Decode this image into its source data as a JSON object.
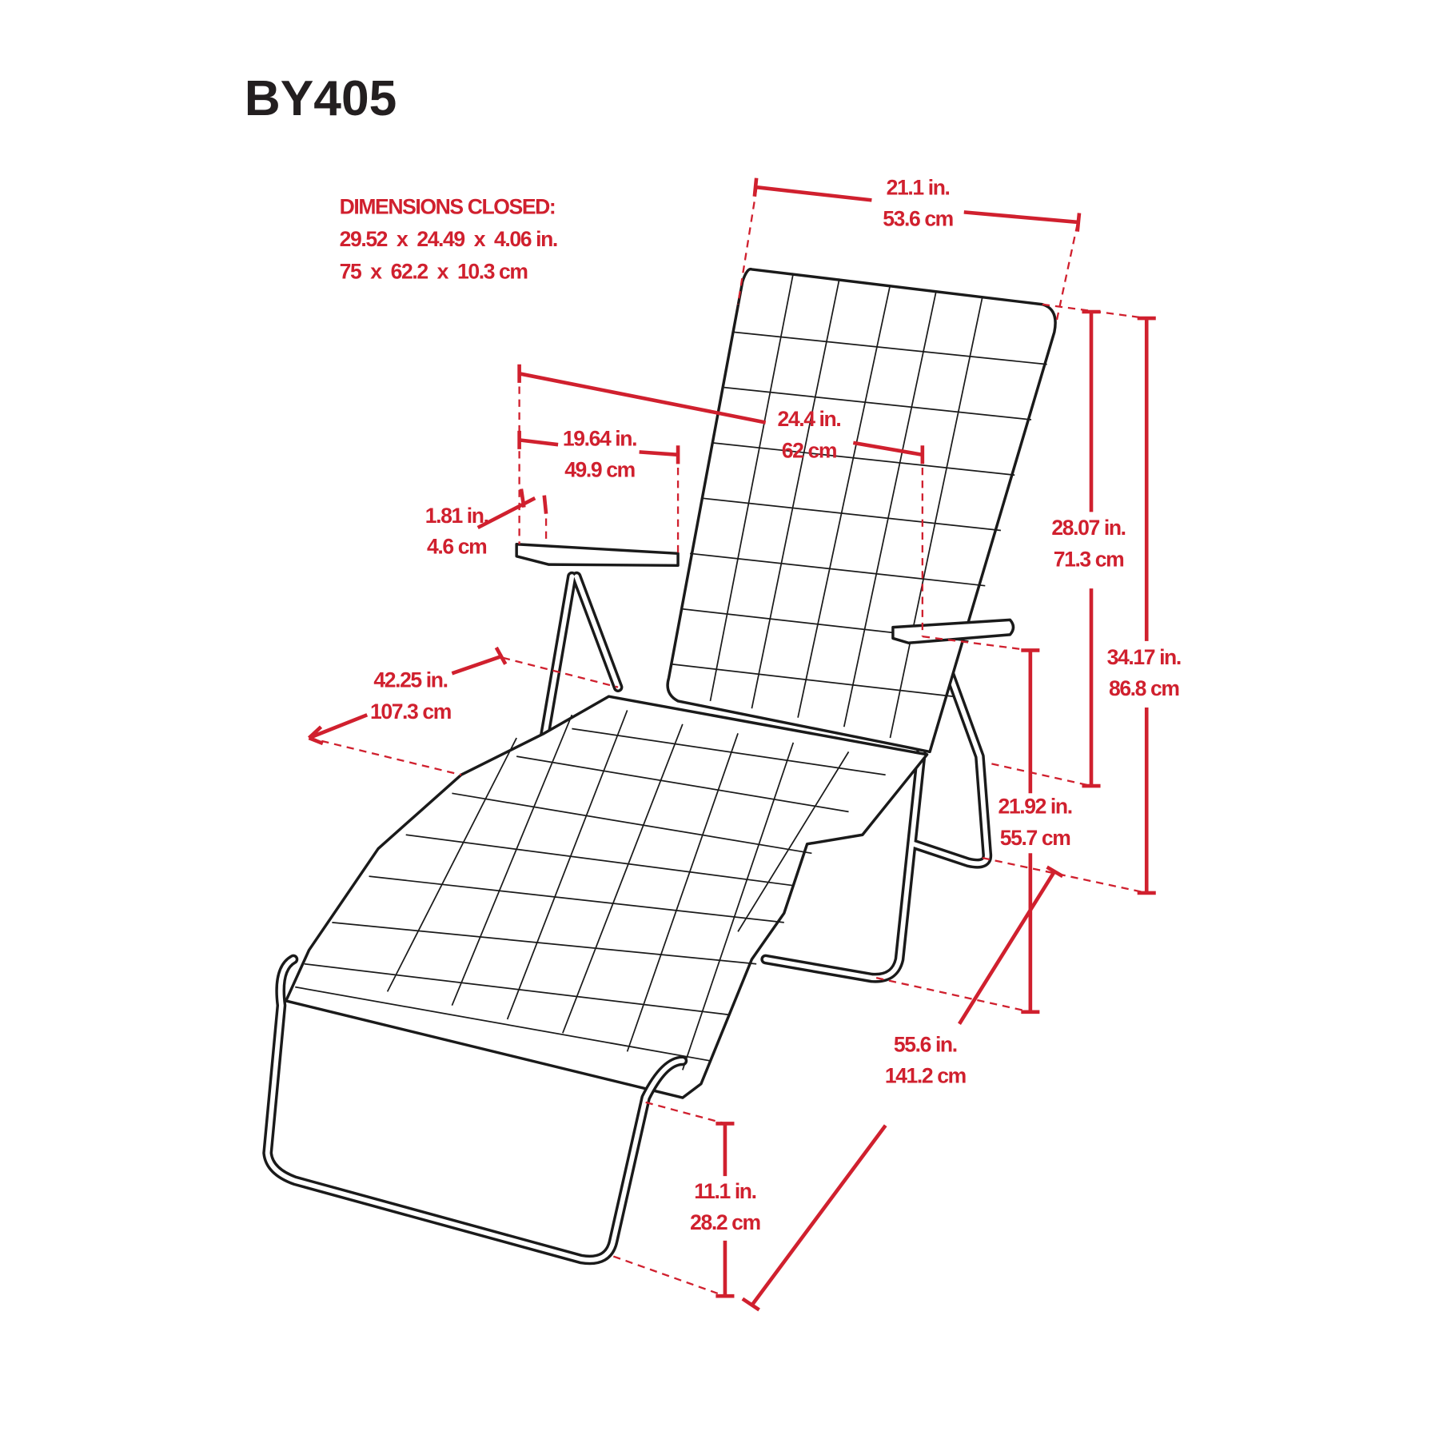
{
  "title": "BY405",
  "closed": {
    "heading": "DIMENSIONS CLOSED:",
    "inches": "29.52  x  24.49  x  4.06 in.",
    "cm": "75  x  62.2  x  10.3 cm"
  },
  "dimensions": {
    "back_width": {
      "in": "21.1 in.",
      "cm": "53.6 cm"
    },
    "overall_width": {
      "in": "24.4 in.",
      "cm": "62 cm"
    },
    "seat_depth": {
      "in": "19.64 in.",
      "cm": "49.9 cm"
    },
    "armrest_thickness": {
      "in": "1.81 in.",
      "cm": "4.6 cm"
    },
    "seat_width": {
      "in": "42.25 in.",
      "cm": "107.3 cm"
    },
    "back_height": {
      "in": "28.07 in.",
      "cm": "71.3 cm"
    },
    "overall_height": {
      "in": "34.17 in.",
      "cm": "86.8 cm"
    },
    "arm_height": {
      "in": "21.92 in.",
      "cm": "55.7 cm"
    },
    "overall_length": {
      "in": "55.6 in.",
      "cm": "141.2 cm"
    },
    "seat_height": {
      "in": "11.1 in.",
      "cm": "28.2 cm"
    }
  },
  "colors": {
    "accent": "#d0202e",
    "ink": "#231f20"
  }
}
